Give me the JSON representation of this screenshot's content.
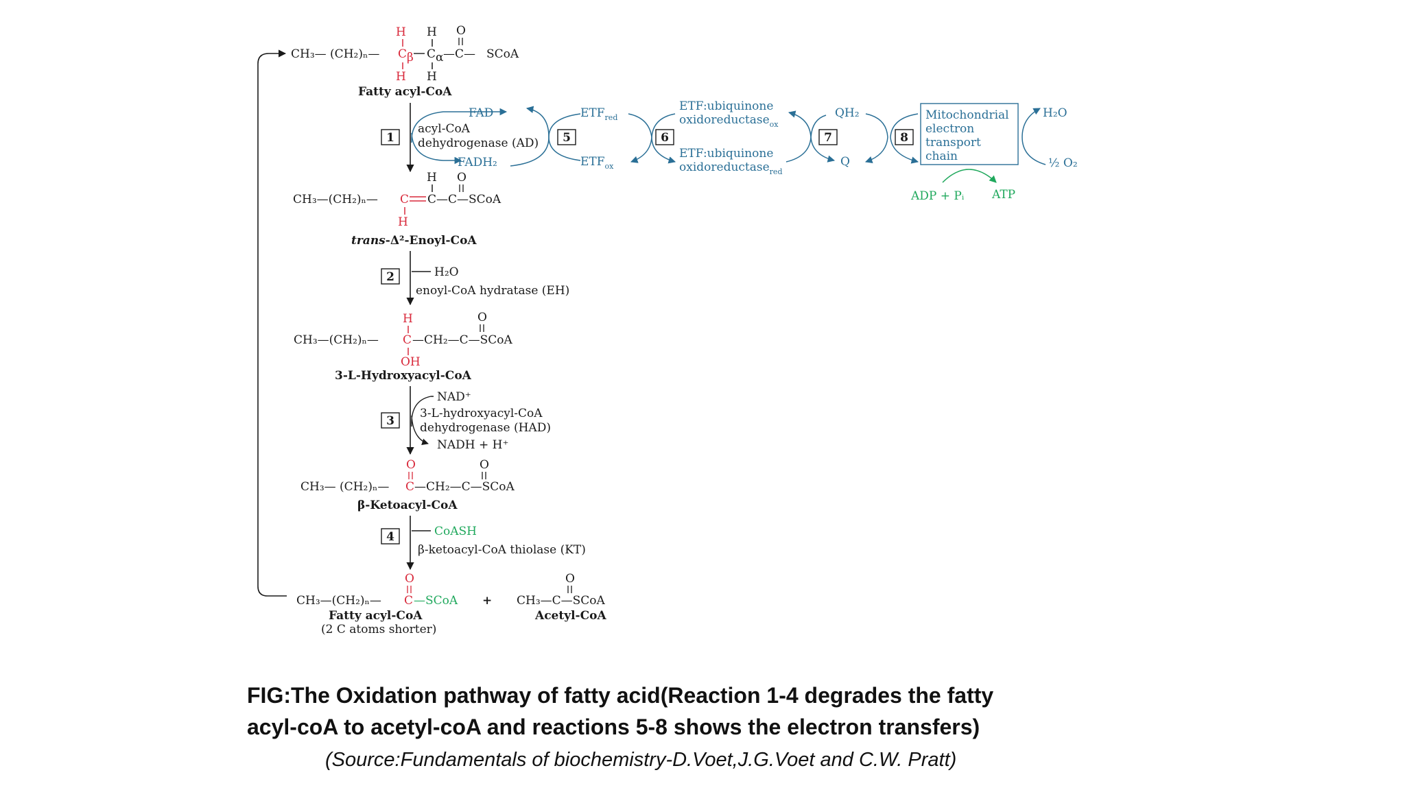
{
  "figure": {
    "fatty_acyl_coa": {
      "left_label": "CH₃— (CH₂)ₙ—",
      "c_beta": "C",
      "c_beta_sub": "β",
      "c_alpha": "C",
      "c_alpha_sub": "α",
      "carbonyl_c": "—C—",
      "h": "H",
      "o": "O",
      "scoa": "SCoA",
      "name": "Fatty acyl-CoA"
    },
    "enoyl_coa": {
      "left_label": "CH₃—(CH₂)ₙ—",
      "c_red": "C",
      "right_label": "C—C—SCoA",
      "h": "H",
      "o": "O",
      "name_italic": "trans",
      "name_rest": "-Δ²-Enoyl-CoA"
    },
    "hydroxyacyl_coa": {
      "left_label": "CH₃—(CH₂)ₙ—",
      "c_red": "C",
      "right_label": "—CH₂—C—SCoA",
      "h": "H",
      "oh": "OH",
      "o": "O",
      "name": "3-L-Hydroxyacyl-CoA"
    },
    "ketoacyl_coa": {
      "left_label": "CH₃— (CH₂)ₙ—",
      "c_red": "C",
      "right_label": "—CH₂—C—SCoA",
      "o": "O",
      "name": "β-Ketoacyl-CoA"
    },
    "products": {
      "left_label": "CH₃—(CH₂)ₙ—",
      "c_red": "C",
      "scoa_green": "—SCoA",
      "plus": "+",
      "acetyl_formula": "CH₃—C—SCoA",
      "o": "O",
      "name_fatty": "Fatty acyl-CoA",
      "name_fatty_note": "(2 C atoms shorter)",
      "name_acetyl": "Acetyl-CoA"
    },
    "steps": {
      "s1": {
        "num": "1",
        "fad": "FAD",
        "fadh2": "FADH₂",
        "enzyme_line1": "acyl-CoA",
        "enzyme_line2": "dehydrogenase (AD)"
      },
      "s2": {
        "num": "2",
        "reagent": "H₂O",
        "enzyme": "enoyl-CoA hydratase (EH)"
      },
      "s3": {
        "num": "3",
        "nad": "NAD⁺",
        "enzyme_line1": "3-L-hydroxyacyl-CoA",
        "enzyme_line2": "dehydrogenase (HAD)",
        "nadh": "NADH  +  H⁺"
      },
      "s4": {
        "num": "4",
        "reagent": "CoASH",
        "enzyme": "β-ketoacyl-CoA thiolase (KT)"
      }
    },
    "electron_transfer": {
      "s5": "5",
      "s6": "6",
      "s7": "7",
      "s8": "8",
      "etf_red": "ETFred",
      "etf_ox": "ETFox",
      "etf_uq_ox_line1": "ETF:ubiquinone",
      "etf_uq_ox_line2": "oxidoreductaseox",
      "etf_uq_red_line1": "ETF:ubiquinone",
      "etf_uq_red_line2": "oxidoreductasered",
      "qh2": "QH₂",
      "q": "Q",
      "chain_line1": "Mitochondrial",
      "chain_line2": "electron",
      "chain_line3": "transport",
      "chain_line4": "chain",
      "h2o": "H₂O",
      "half_o2": "½ O₂",
      "adp_pi": "ADP + Pᵢ",
      "atp": "ATP"
    }
  },
  "caption": {
    "line1": "FIG:The Oxidation pathway of fatty acid(Reaction 1-4 degrades the fatty",
    "line2": "acyl-coA to acetyl-coA and reactions 5-8 shows the electron transfers)",
    "source": "(Source:Fundamentals of biochemistry-D.Voet,J.G.Voet and C.W. Pratt)"
  },
  "colors": {
    "text": "#1a1a1a",
    "red": "#d8283a",
    "green": "#1fa85c",
    "blue": "#2a6f96"
  }
}
